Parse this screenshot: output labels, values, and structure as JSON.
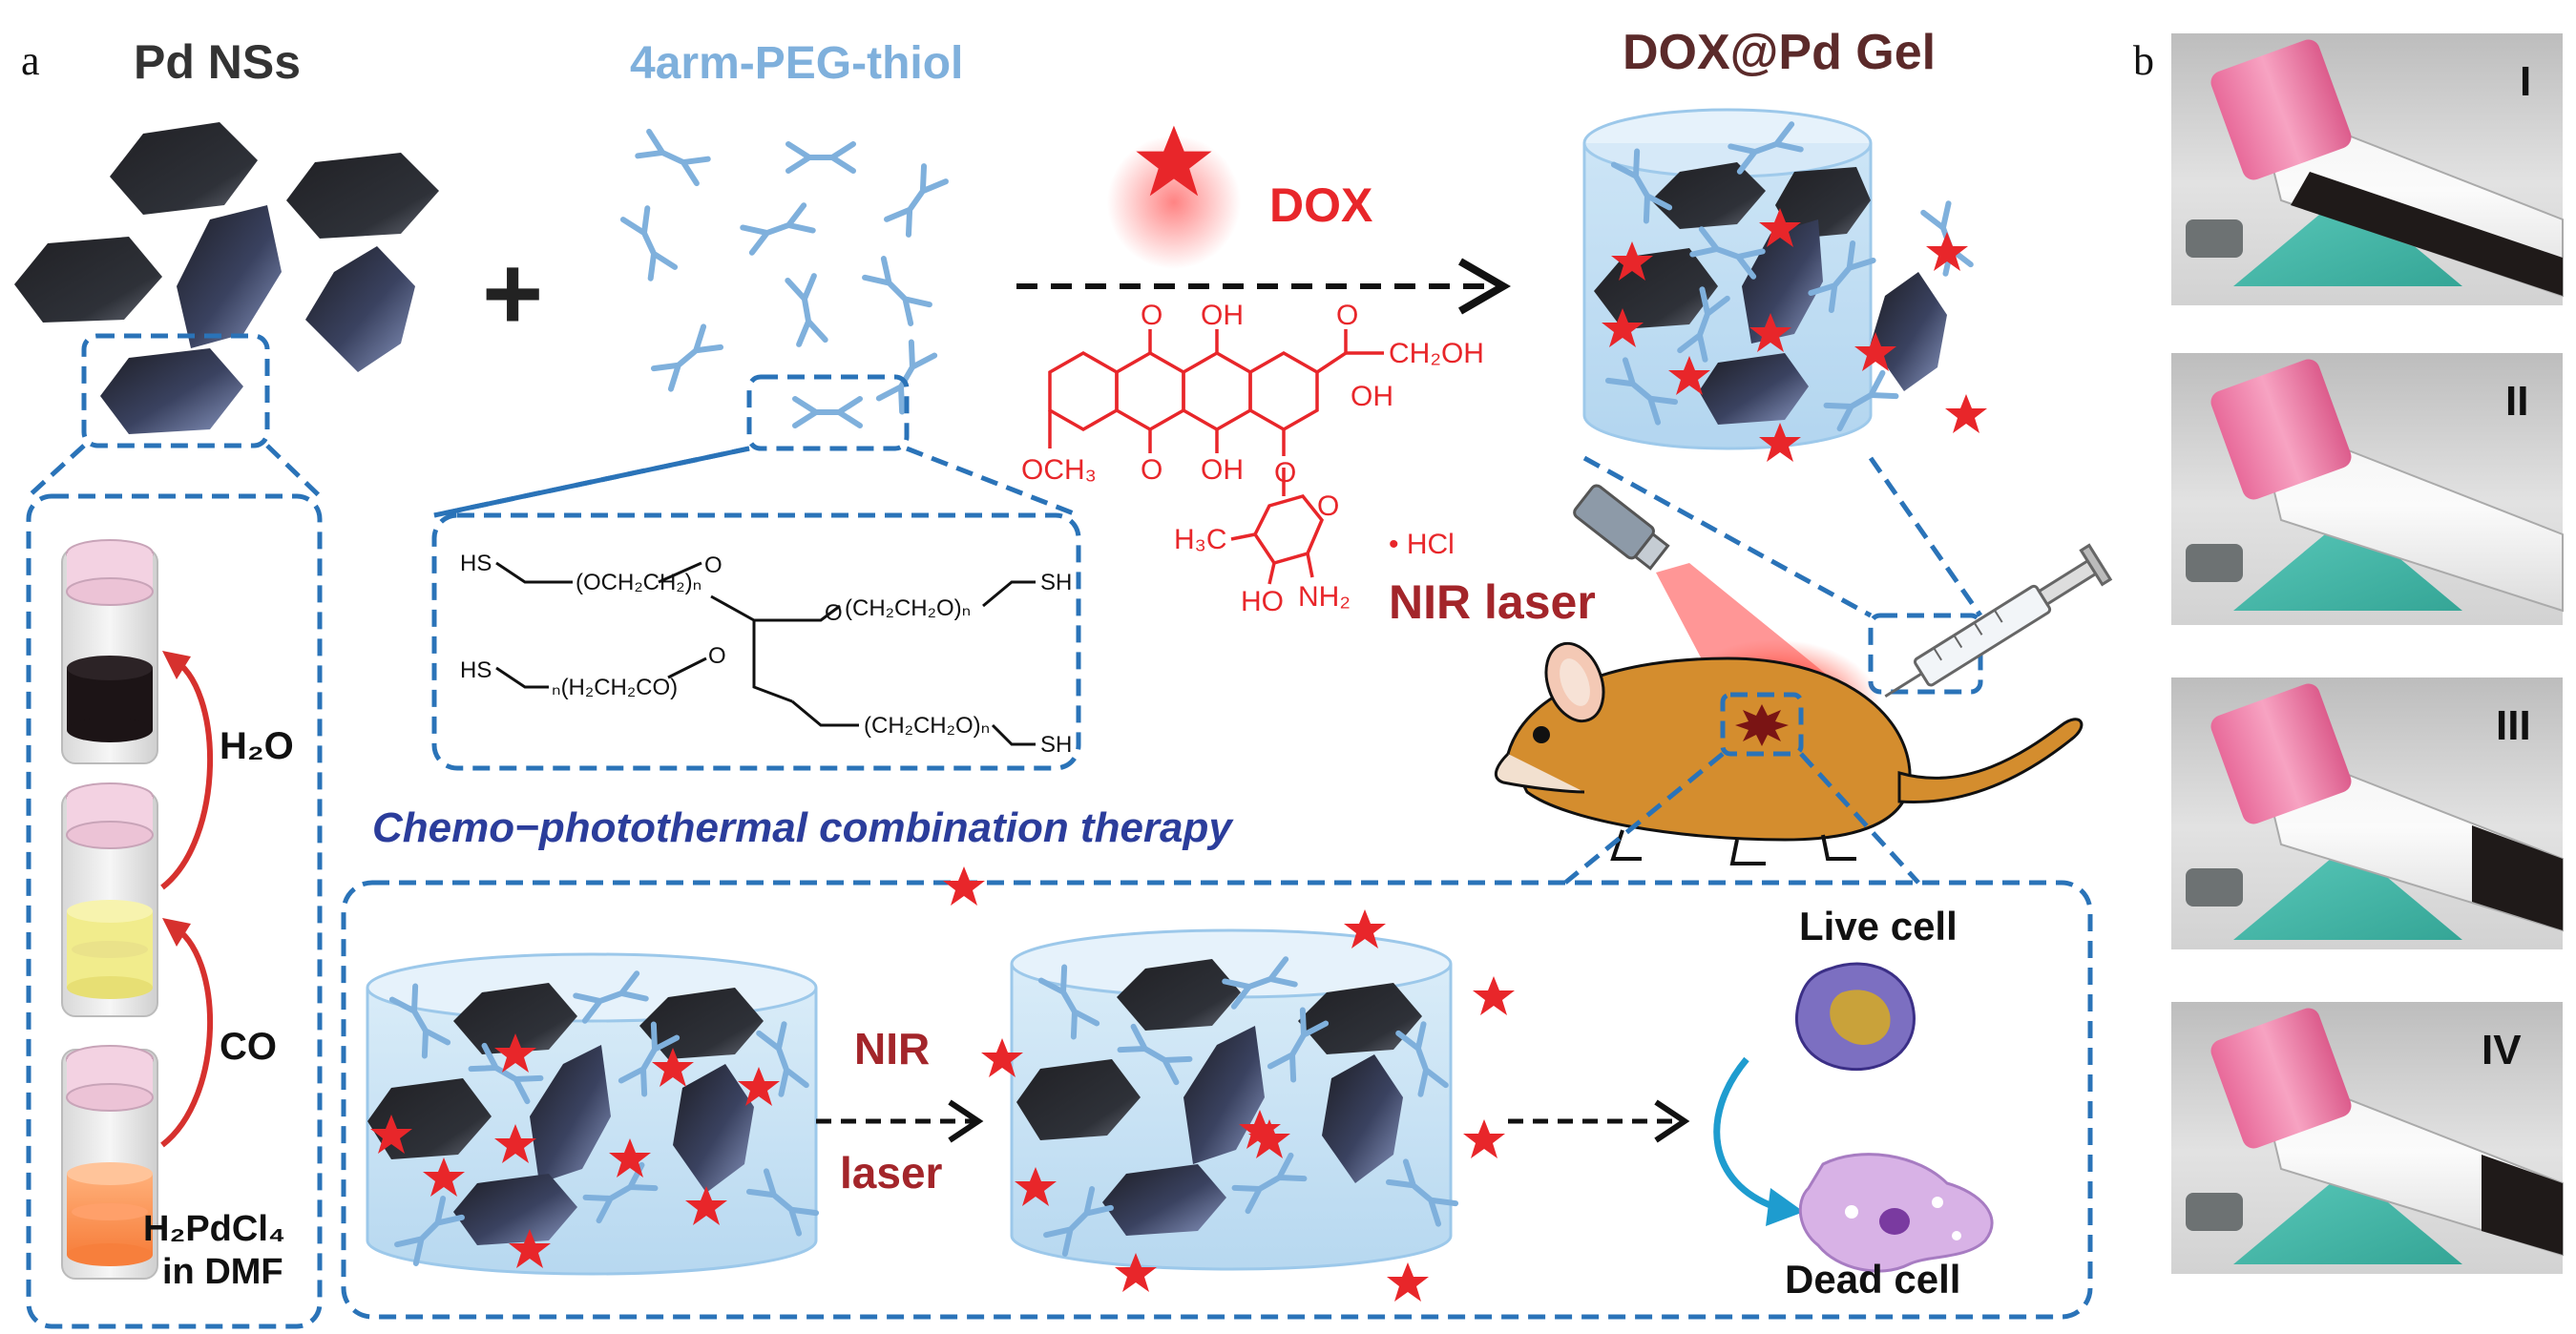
{
  "panel_a": {
    "label": "a",
    "pd_nss": "Pd NSs",
    "peg": "4arm-PEG-thiol",
    "plus": "+",
    "dox": "DOX",
    "gel": "DOX@Pd Gel",
    "nir_laser": "NIR laser",
    "therapy": "Chemo−photothermal combination therapy",
    "nir_short": "NIR",
    "laser_short": "laser",
    "live_cell": "Live cell",
    "dead_cell": "Dead cell",
    "h2o": "H₂O",
    "co": "CO",
    "precursor": "H₂PdCl₄",
    "solvent": "in DMF",
    "peg_formula": {
      "l1a": "HS",
      "l1b": "(OCH₂CH₂)ₙ",
      "l1c": "O",
      "l2a": "O",
      "l2b": "(CH₂CH₂O)ₙ",
      "l2c": "SH",
      "l3a": "HS",
      "l3b": "ₙ(H₂CH₂CO)",
      "l3c": "O",
      "l4a": "(CH₂CH₂O)ₙ",
      "l4b": "SH"
    },
    "dox_formula": {
      "o1": "O",
      "oh1": "OH",
      "o2": "O",
      "oh_chain": "CH₂OH",
      "oh2": "OH",
      "och3": "OCH₃",
      "o3": "O",
      "oh3": "OH",
      "o4": "O",
      "h3c": "H₃C",
      "o5": "O",
      "ho": "HO",
      "nh2": "NH₂",
      "hcl": "• HCl"
    }
  },
  "panel_b": {
    "label": "b",
    "vials": [
      "I",
      "II",
      "III",
      "IV"
    ]
  },
  "colors": {
    "peg_blue": "#7fb0dc",
    "dash_blue": "#2a73b8",
    "dox_red": "#e8262a",
    "dark_red": "#a3252a",
    "gel_title": "#5b2a2a",
    "therapy_text": "#2b3d9b"
  }
}
